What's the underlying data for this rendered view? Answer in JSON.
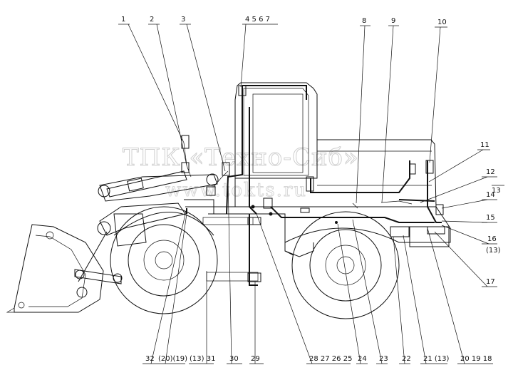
{
  "watermark": {
    "line1": "ТПК «Техно-Сиб»",
    "line2": "www.tokts.ru"
  },
  "callouts_top": [
    {
      "id": "c1",
      "text": "1"
    },
    {
      "id": "c2",
      "text": "2"
    },
    {
      "id": "c3",
      "text": "3"
    },
    {
      "id": "c4",
      "text": "4 5 6 7"
    },
    {
      "id": "c8",
      "text": "8"
    },
    {
      "id": "c9",
      "text": "9"
    },
    {
      "id": "c10",
      "text": "10"
    }
  ],
  "callouts_right": [
    {
      "id": "c11",
      "text": "11"
    },
    {
      "id": "c12",
      "text": "12"
    },
    {
      "id": "c13",
      "text": "13"
    },
    {
      "id": "c14",
      "text": "14"
    },
    {
      "id": "c15",
      "text": "15"
    },
    {
      "id": "c16",
      "text": "16"
    },
    {
      "id": "c16b",
      "text": "(13)"
    },
    {
      "id": "c17",
      "text": "17"
    }
  ],
  "callouts_bottom": [
    {
      "id": "c32",
      "text": "32"
    },
    {
      "id": "c20",
      "text": "(20)(19)"
    },
    {
      "id": "c13a",
      "text": "(13) 31"
    },
    {
      "id": "c30",
      "text": "30"
    },
    {
      "id": "c29",
      "text": "29"
    },
    {
      "id": "c28",
      "text": "28 27 26 25"
    },
    {
      "id": "c24",
      "text": "24"
    },
    {
      "id": "c23",
      "text": "23"
    },
    {
      "id": "c22",
      "text": "22"
    },
    {
      "id": "c21",
      "text": "21 (13)"
    },
    {
      "id": "c18",
      "text": "20 19 18"
    }
  ]
}
